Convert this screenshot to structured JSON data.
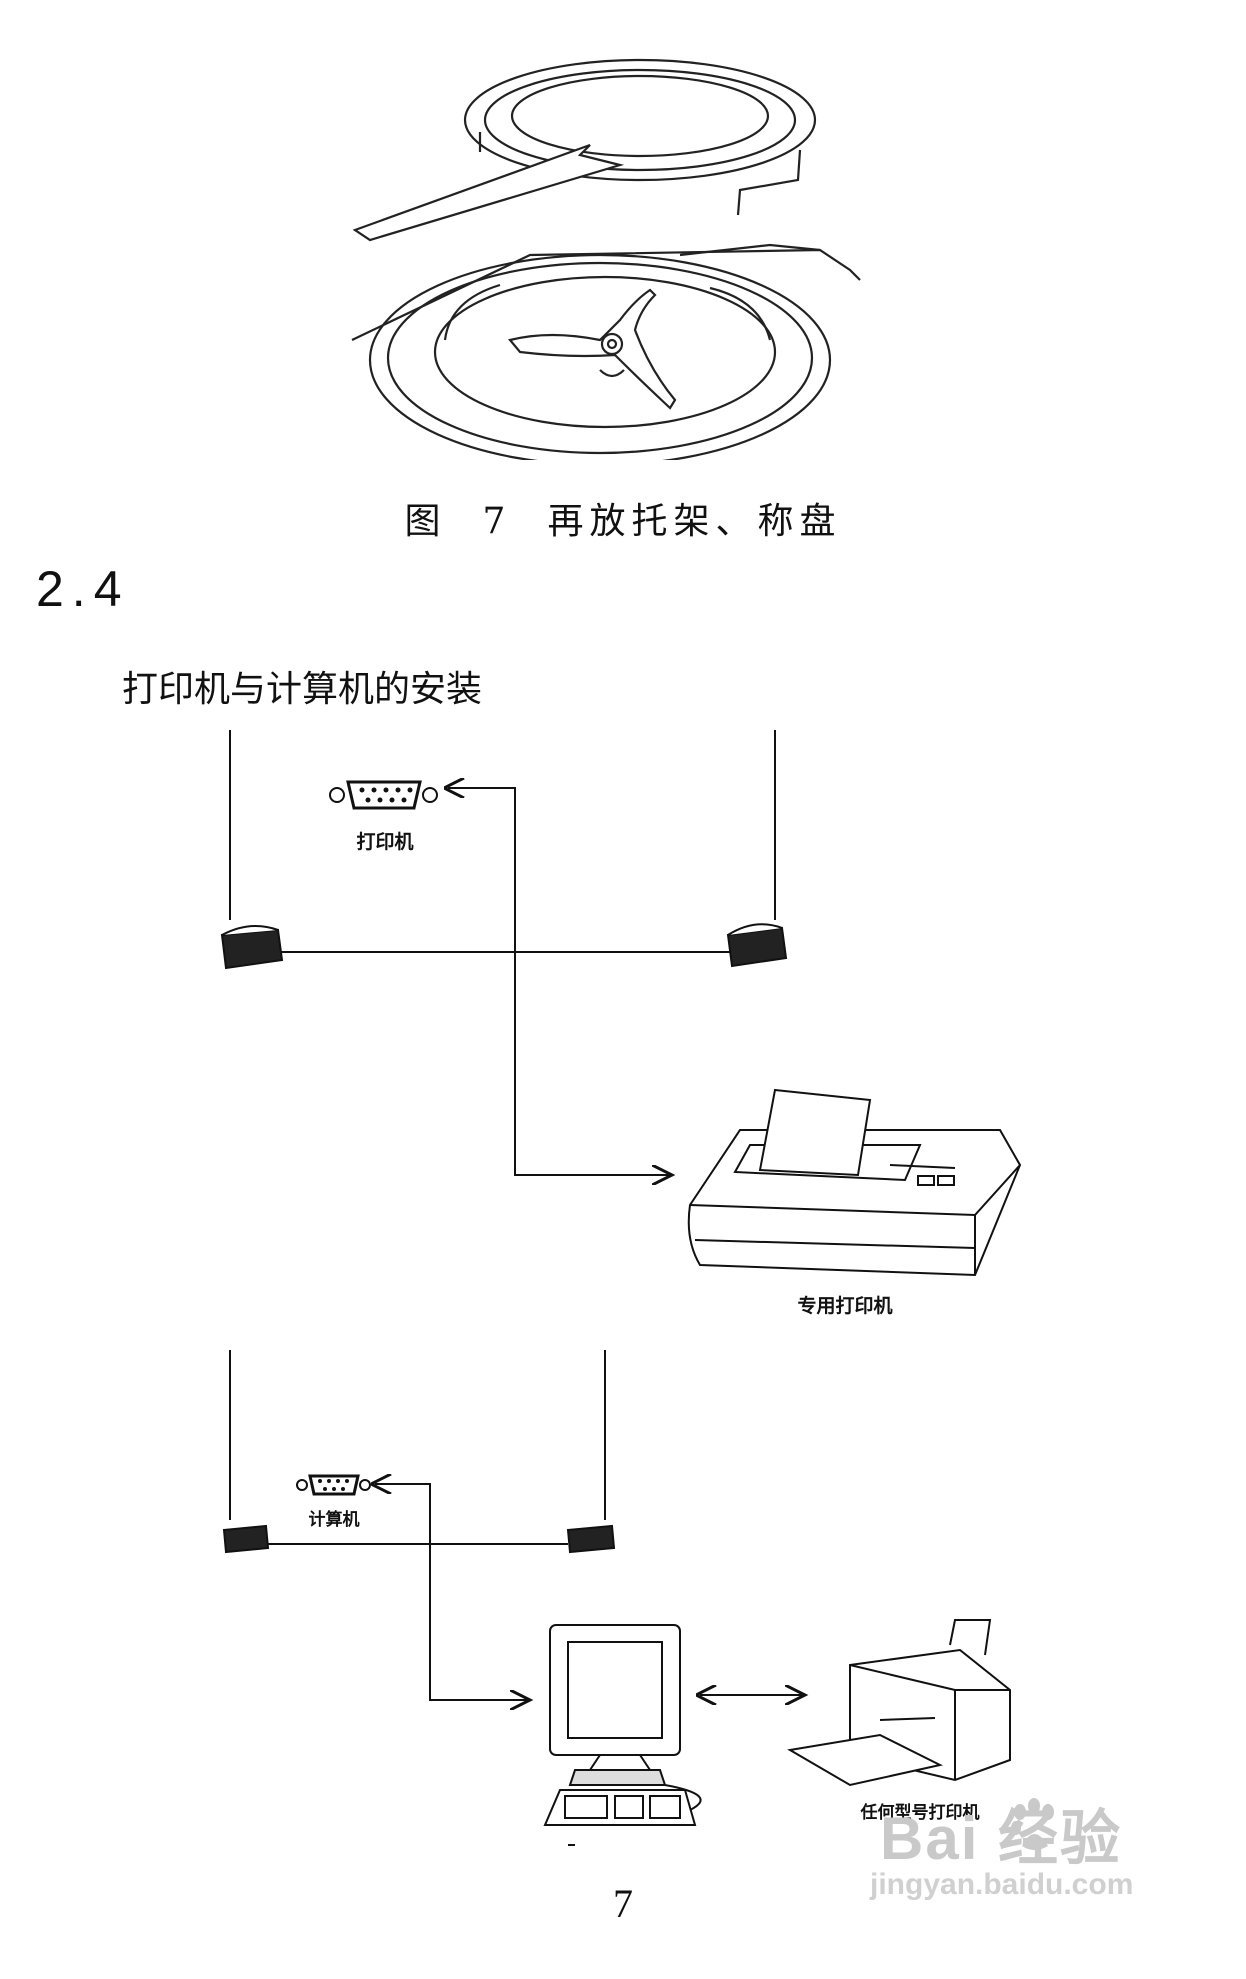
{
  "figure": {
    "label": "图",
    "number": "7",
    "caption": "再放托架、称盘"
  },
  "section": {
    "number": "2.4",
    "title": "打印机与计算机的安装"
  },
  "diagram_printer": {
    "port_label": "打印机",
    "device_label": "专用打印机"
  },
  "diagram_computer": {
    "port_label": "计算机",
    "device_label": "任何型号打印机"
  },
  "page_number": "7",
  "watermark": {
    "brand": "Bai  经验",
    "url": "jingyan.baidu.com"
  }
}
